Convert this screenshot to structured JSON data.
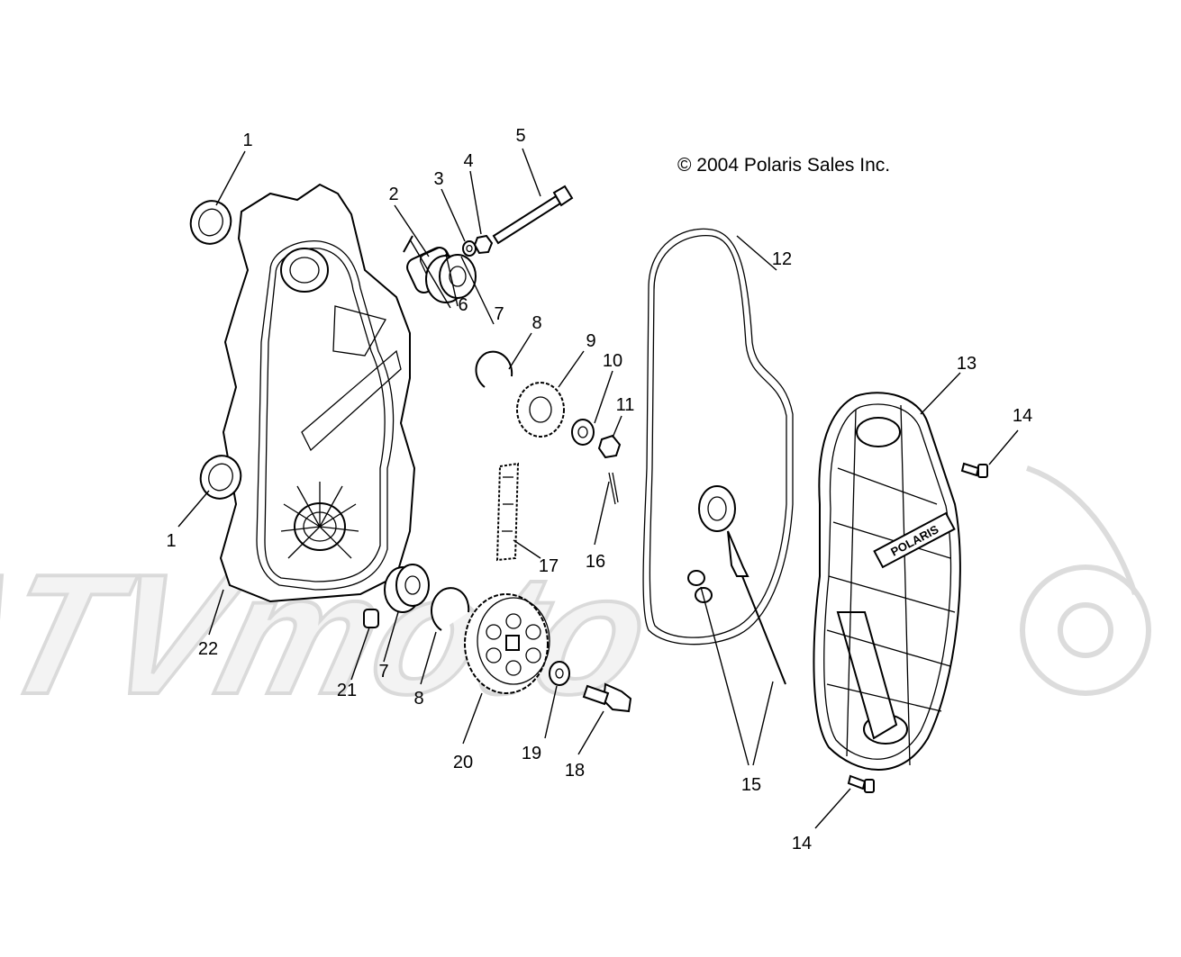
{
  "copyright": "© 2004 Polaris Sales Inc.",
  "watermark_text": "ATVmoto",
  "brand_text": "POLARIS",
  "callouts": [
    "1",
    "1",
    "2",
    "3",
    "4",
    "5",
    "6",
    "7",
    "7",
    "8",
    "8",
    "9",
    "10",
    "11",
    "12",
    "13",
    "14",
    "14",
    "15",
    "16",
    "17",
    "18",
    "19",
    "20",
    "21",
    "22"
  ]
}
